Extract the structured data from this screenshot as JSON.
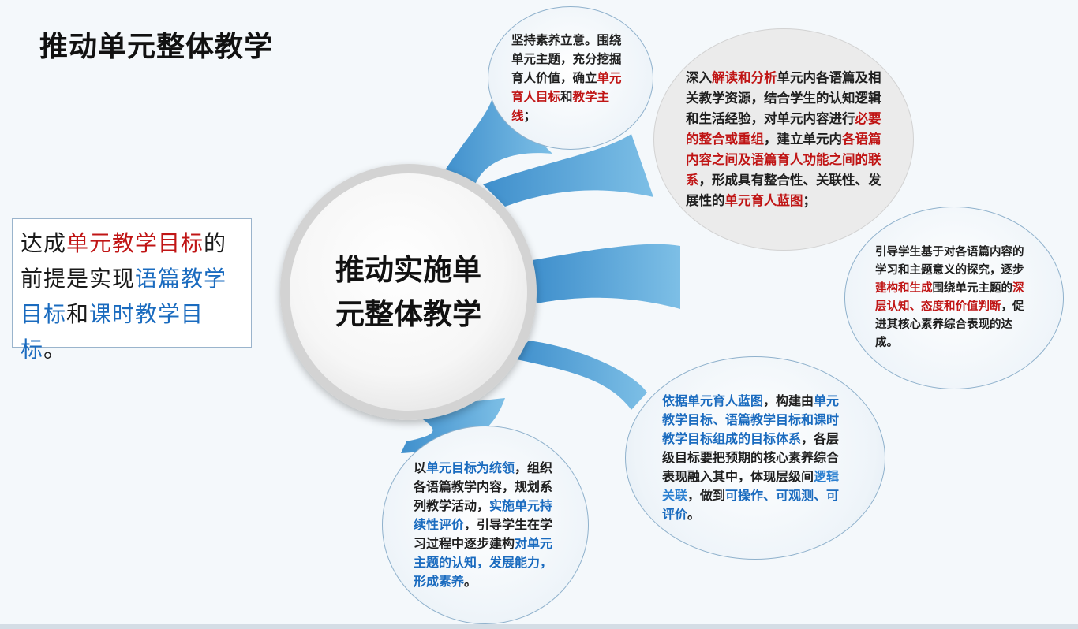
{
  "title": "推动单元整体教学",
  "center": {
    "line1": "推动实施单",
    "line2": "元整体教学"
  },
  "left_box": {
    "segments": [
      {
        "text": "达成",
        "style": "plain"
      },
      {
        "text": "单元教学目标",
        "style": "red"
      },
      {
        "text": "的前提是实现",
        "style": "plain"
      },
      {
        "text": "语篇教学目标",
        "style": "blue"
      },
      {
        "text": "和",
        "style": "plain"
      },
      {
        "text": "课时教学目标",
        "style": "blue"
      },
      {
        "text": "。",
        "style": "plain"
      }
    ]
  },
  "bubbles": [
    {
      "id": "b1",
      "segments": [
        {
          "text": "坚持素养立意。围绕单元主题，充分挖掘育人价值，确立",
          "style": "plain"
        },
        {
          "text": "单元育人目标",
          "style": "red"
        },
        {
          "text": "和",
          "style": "plain"
        },
        {
          "text": "教学主线",
          "style": "red"
        },
        {
          "text": "；",
          "style": "plain"
        }
      ]
    },
    {
      "id": "b2",
      "segments": [
        {
          "text": "深入",
          "style": "plain"
        },
        {
          "text": "解读和分析",
          "style": "red"
        },
        {
          "text": "单元内各语篇及相关教学资源，结合学生的认知逻辑和生活经验，对单元内容进行",
          "style": "plain"
        },
        {
          "text": "必要的整合或重组",
          "style": "red"
        },
        {
          "text": "，建立单元内",
          "style": "plain"
        },
        {
          "text": "各语篇内容之间及语篇育人功能之间的联系",
          "style": "red"
        },
        {
          "text": "，形成具有整合性、关联性、发展性的",
          "style": "plain"
        },
        {
          "text": "单元育人蓝图",
          "style": "red"
        },
        {
          "text": "；",
          "style": "plain"
        }
      ]
    },
    {
      "id": "b3",
      "segments": [
        {
          "text": "引导学生基于对各语篇内容的学习和主题意义的探究，逐步",
          "style": "plain"
        },
        {
          "text": "建构和生成",
          "style": "red"
        },
        {
          "text": "围绕单元主题的",
          "style": "plain"
        },
        {
          "text": "深层认知、态度和价值判断",
          "style": "red"
        },
        {
          "text": "，促进其核心素养综合表现的达成。",
          "style": "plain"
        }
      ]
    },
    {
      "id": "b4",
      "segments": [
        {
          "text": "依据单元育人蓝图",
          "style": "blue"
        },
        {
          "text": "，构建由",
          "style": "plain"
        },
        {
          "text": "单元教学目标、语篇教学目标和课时教学目标组成的目标体系",
          "style": "blue"
        },
        {
          "text": "，各层级目标要把预期的核心素养综合表现融入其中，体现层级间",
          "style": "plain"
        },
        {
          "text": "逻辑关联",
          "style": "blue2"
        },
        {
          "text": "，做到",
          "style": "plain"
        },
        {
          "text": "可操作、可观测、可评价",
          "style": "blue"
        },
        {
          "text": "。",
          "style": "plain"
        }
      ]
    },
    {
      "id": "b5",
      "segments": [
        {
          "text": "以",
          "style": "plain"
        },
        {
          "text": "单元目标为统领",
          "style": "blue"
        },
        {
          "text": "，组织各语篇教学内容，规划系列教学活动，",
          "style": "plain"
        },
        {
          "text": "实施单元持续性评价",
          "style": "blue"
        },
        {
          "text": "，引导学生在学习过程中逐步建构",
          "style": "plain"
        },
        {
          "text": "对单元主题的认知，发展能力，形成素养",
          "style": "blue"
        },
        {
          "text": "。",
          "style": "plain"
        }
      ]
    }
  ],
  "colors": {
    "arm": "#5aa4d6",
    "red_text": "#c01515",
    "blue_text": "#1a6bbf"
  }
}
